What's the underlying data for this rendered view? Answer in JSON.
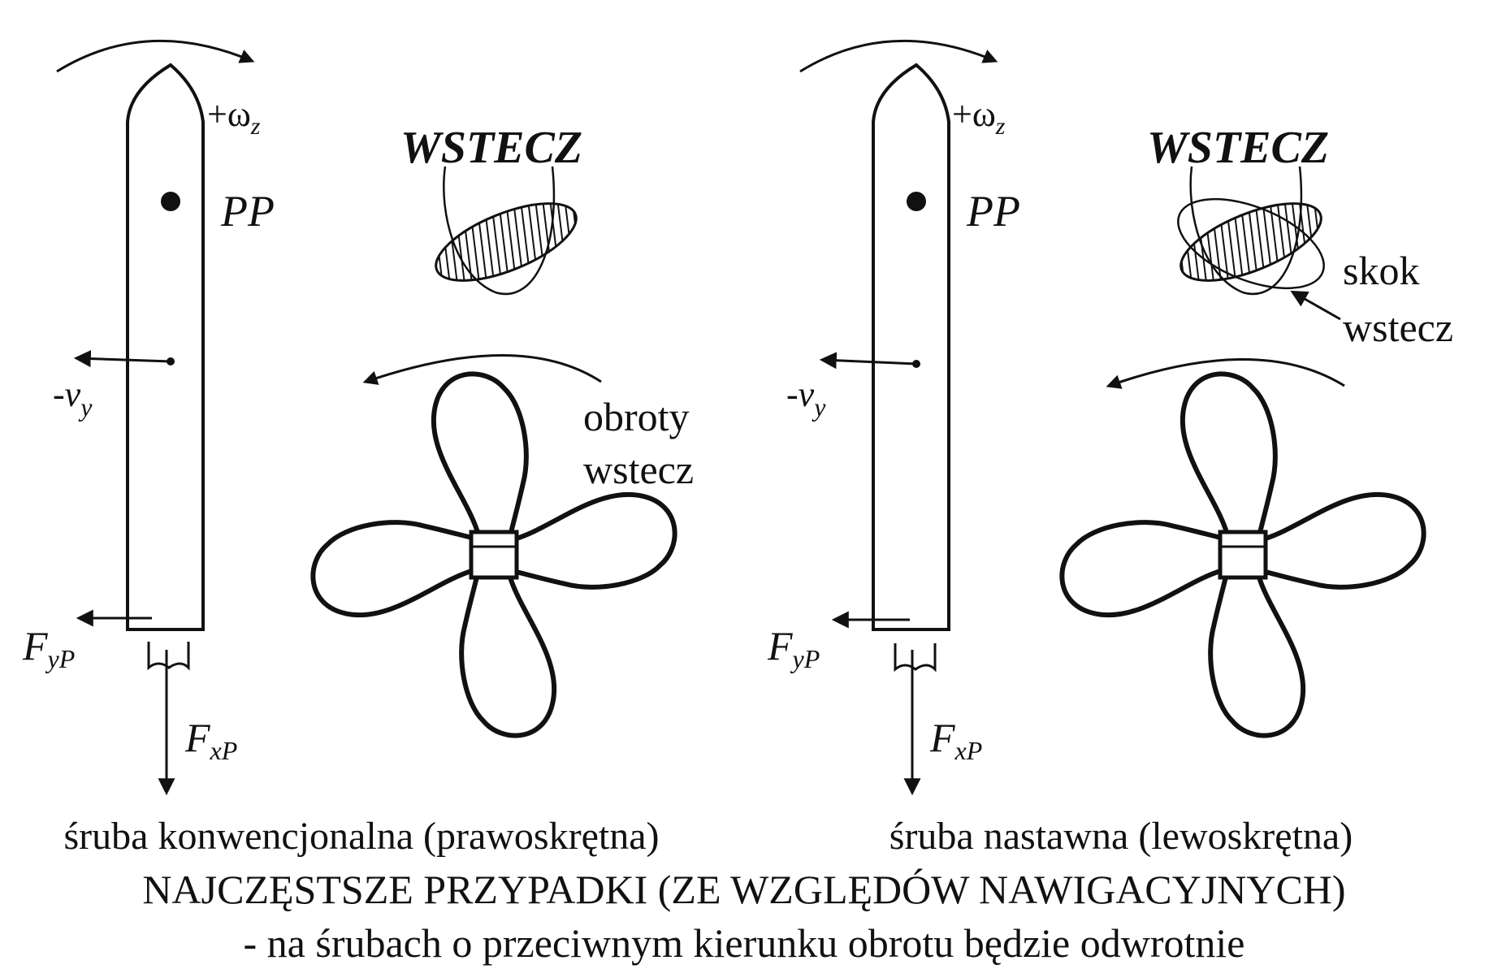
{
  "panels": [
    {
      "omega_label": "+ω",
      "omega_sub": "z",
      "pp_label": "PP",
      "vy_label": "-v",
      "vy_sub": "y",
      "fyp_label": "F",
      "fyp_sub": "yP",
      "fxp_label": "F",
      "fxp_sub": "xP",
      "wstecz_label": "WSTECZ",
      "rotation_label_1": "obroty",
      "rotation_label_2": "wstecz",
      "caption": "śruba konwencjonalna (prawoskrętna)"
    },
    {
      "omega_label": "+ω",
      "omega_sub": "z",
      "pp_label": "PP",
      "vy_label": "-v",
      "vy_sub": "y",
      "fyp_label": "F",
      "fyp_sub": "yP",
      "fxp_label": "F",
      "fxp_sub": "xP",
      "wstecz_label": "WSTECZ",
      "pitch_label_1": "skok",
      "pitch_label_2": "wstecz",
      "caption": "śruba nastawna (lewoskrętna)"
    }
  ],
  "footer": {
    "line1": "NAJCZĘSTSZE PRZYPADKI (ZE WZGLĘDÓW NAWIGACYJNYCH)",
    "line2": "- na śrubach o przeciwnym kierunku obrotu będzie odwrotnie"
  }
}
